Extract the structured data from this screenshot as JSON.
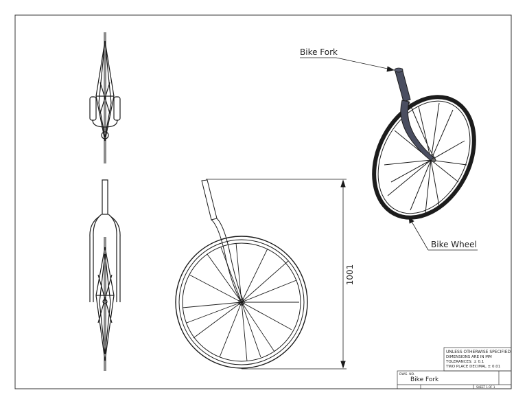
{
  "callouts": {
    "fork": "Bike Fork",
    "wheel": "Bike Wheel"
  },
  "dimension": {
    "height": "1001"
  },
  "title_block": {
    "notes": [
      "UNLESS OTHERWISE SPECIFIED:",
      "DIMENSIONS ARE IN MM",
      "TOLERANCES: ± 0.1",
      "TWO PLACE DECIMAL     ± 0.01"
    ],
    "dwg_no_label": "DWG. NO.",
    "title": "Bike Fork",
    "sheet": "SHEET 1 OF 1"
  },
  "colors": {
    "line": "#1a1a1a",
    "fork_shade": "#4a4e60",
    "tire": "#1c1c1c"
  }
}
